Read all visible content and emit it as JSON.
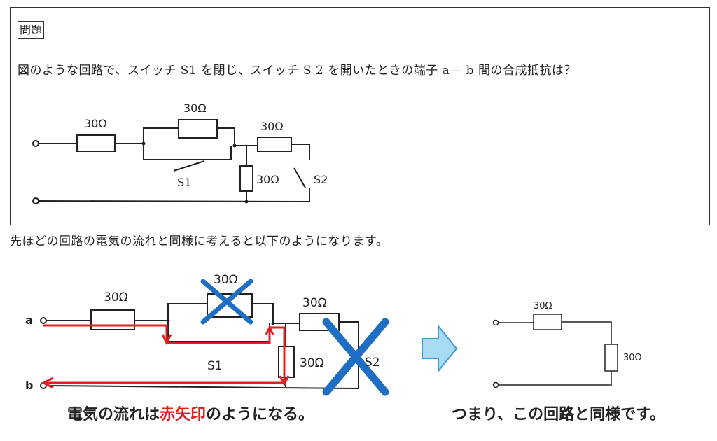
{
  "problem": {
    "label": "問題",
    "question": "図のような回路で、スイッチ S1 を閉じ、スイッチ S 2 を開いたときの端子 a― b 間の合成抵抗は？"
  },
  "explanation": {
    "note": "先ほどの回路の電気の流れと同様に考えると以下のようになります。",
    "caption_left_1": "電気の流れは",
    "caption_left_red": "赤矢印",
    "caption_left_2": "のようになる。",
    "caption_right": "つまり、この回路と同様です。"
  },
  "circuit_labels": {
    "r": "30Ω",
    "s1": "S1",
    "s2": "S2",
    "a": "a",
    "b": "b"
  },
  "colors": {
    "current_arrow": "#e02020",
    "cross": "#1e6fc4",
    "block_arrow_fill": "#a8dcf4",
    "block_arrow_stroke": "#3a9ad6"
  }
}
